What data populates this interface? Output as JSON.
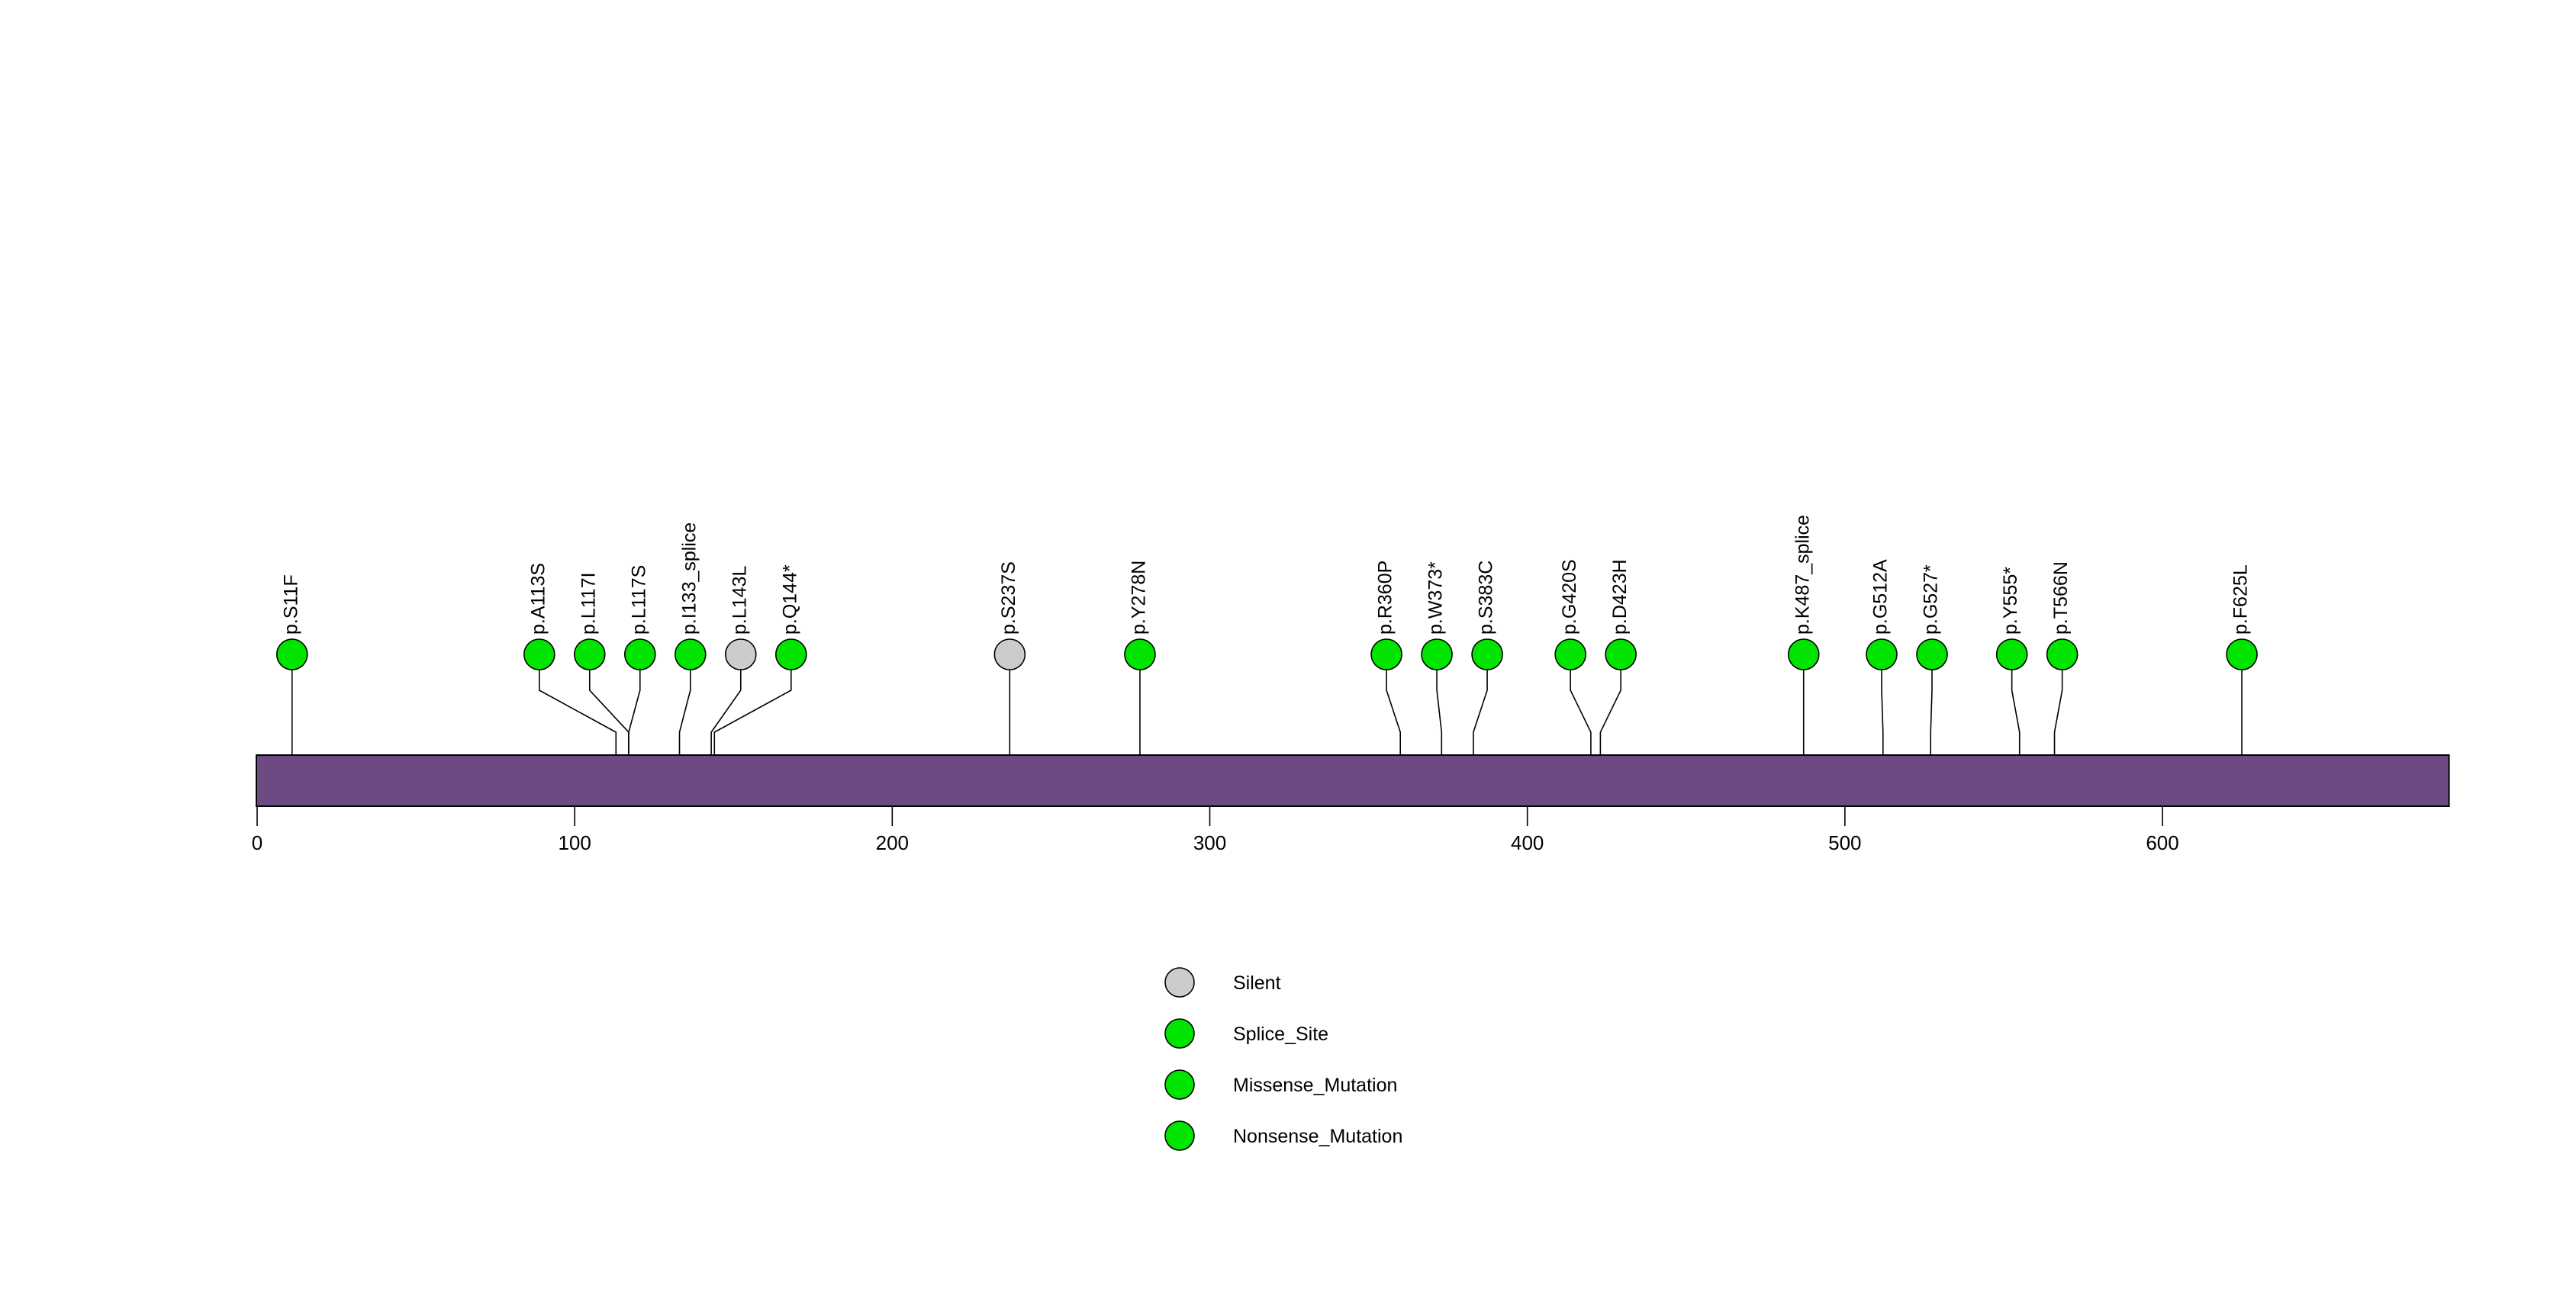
{
  "chart_data": {
    "type": "lollipop",
    "title": "",
    "xlabel": "",
    "ylabel": "",
    "xlim": [
      0,
      690
    ],
    "xticks": [
      0,
      100,
      200,
      300,
      400,
      500,
      600
    ],
    "xtick_labels": [
      "0",
      "100",
      "200",
      "300",
      "400",
      "500",
      "600"
    ],
    "grid": false,
    "protein_domain": {
      "start": 0,
      "end": 690,
      "color": "#6e4a85",
      "border": "#000000"
    },
    "legend_position": "bottom-center",
    "mutation_colors": {
      "silent": "#cccccc",
      "splice_site": "#00e400",
      "missense_mutation": "#00e400",
      "nonsense_mutation": "#00e400",
      "marker_border": "#000000"
    },
    "mutations": [
      {
        "label": "p.S11F",
        "position": 11,
        "type": "Missense_Mutation",
        "color": "#00e400",
        "count": 1
      },
      {
        "label": "p.A113S",
        "position": 113,
        "type": "Missense_Mutation",
        "color": "#00e400",
        "count": 1
      },
      {
        "label": "p.L117I",
        "position": 117,
        "type": "Missense_Mutation",
        "color": "#00e400",
        "count": 1
      },
      {
        "label": "p.L117S",
        "position": 117,
        "type": "Missense_Mutation",
        "color": "#00e400",
        "count": 1
      },
      {
        "label": "p.I133_splice",
        "position": 133,
        "type": "Splice_Site",
        "color": "#00e400",
        "count": 1
      },
      {
        "label": "p.L143L",
        "position": 143,
        "type": "Silent",
        "color": "#cccccc",
        "count": 1
      },
      {
        "label": "p.Q144*",
        "position": 144,
        "type": "Nonsense_Mutation",
        "color": "#00e400",
        "count": 1
      },
      {
        "label": "p.S237S",
        "position": 237,
        "type": "Silent",
        "color": "#cccccc",
        "count": 1
      },
      {
        "label": "p.Y278N",
        "position": 278,
        "type": "Missense_Mutation",
        "color": "#00e400",
        "count": 1
      },
      {
        "label": "p.R360P",
        "position": 360,
        "type": "Missense_Mutation",
        "color": "#00e400",
        "count": 1
      },
      {
        "label": "p.W373*",
        "position": 373,
        "type": "Nonsense_Mutation",
        "color": "#00e400",
        "count": 1
      },
      {
        "label": "p.S383C",
        "position": 383,
        "type": "Missense_Mutation",
        "color": "#00e400",
        "count": 1
      },
      {
        "label": "p.G420S",
        "position": 420,
        "type": "Missense_Mutation",
        "color": "#00e400",
        "count": 1
      },
      {
        "label": "p.D423H",
        "position": 423,
        "type": "Missense_Mutation",
        "color": "#00e400",
        "count": 1
      },
      {
        "label": "p.K487_splice",
        "position": 487,
        "type": "Splice_Site",
        "color": "#00e400",
        "count": 1
      },
      {
        "label": "p.G512A",
        "position": 512,
        "type": "Missense_Mutation",
        "color": "#00e400",
        "count": 1
      },
      {
        "label": "p.G527*",
        "position": 527,
        "type": "Nonsense_Mutation",
        "color": "#00e400",
        "count": 1
      },
      {
        "label": "p.Y555*",
        "position": 555,
        "type": "Nonsense_Mutation",
        "color": "#00e400",
        "count": 1
      },
      {
        "label": "p.T566N",
        "position": 566,
        "type": "Missense_Mutation",
        "color": "#00e400",
        "count": 1
      },
      {
        "label": "p.F625L",
        "position": 625,
        "type": "Missense_Mutation",
        "color": "#00e400",
        "count": 1
      }
    ],
    "legend": [
      {
        "label": "Silent",
        "color": "#cccccc"
      },
      {
        "label": "Splice_Site",
        "color": "#00e400"
      },
      {
        "label": "Missense_Mutation",
        "color": "#00e400"
      },
      {
        "label": "Nonsense_Mutation",
        "color": "#00e400"
      }
    ]
  }
}
